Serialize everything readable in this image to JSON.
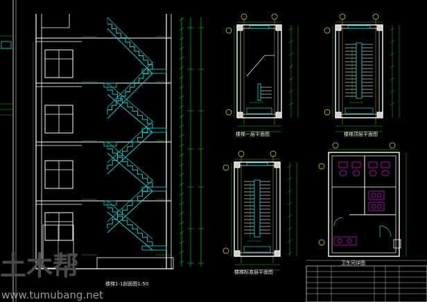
{
  "drawing": {
    "colors": {
      "background": "#000000",
      "wall": "#ffffff",
      "stair": "#00e5e5",
      "dimension": "#00d200",
      "axis": "#e6e600",
      "fixture": "#e100e1",
      "frame": "#c8c8c8"
    },
    "views": [
      {
        "key": "section",
        "title": "楼梯1-1剖面图1:50"
      },
      {
        "key": "plan_ground",
        "title": "楼梯一层平面图"
      },
      {
        "key": "plan_top",
        "title": "楼梯顶层平面图"
      },
      {
        "key": "plan_standard",
        "title": "楼梯标准层平面图"
      },
      {
        "key": "toilet",
        "title": "卫生间详图"
      }
    ],
    "watermark": {
      "cn": "土木帮",
      "url": "www.tumubang.net"
    }
  }
}
